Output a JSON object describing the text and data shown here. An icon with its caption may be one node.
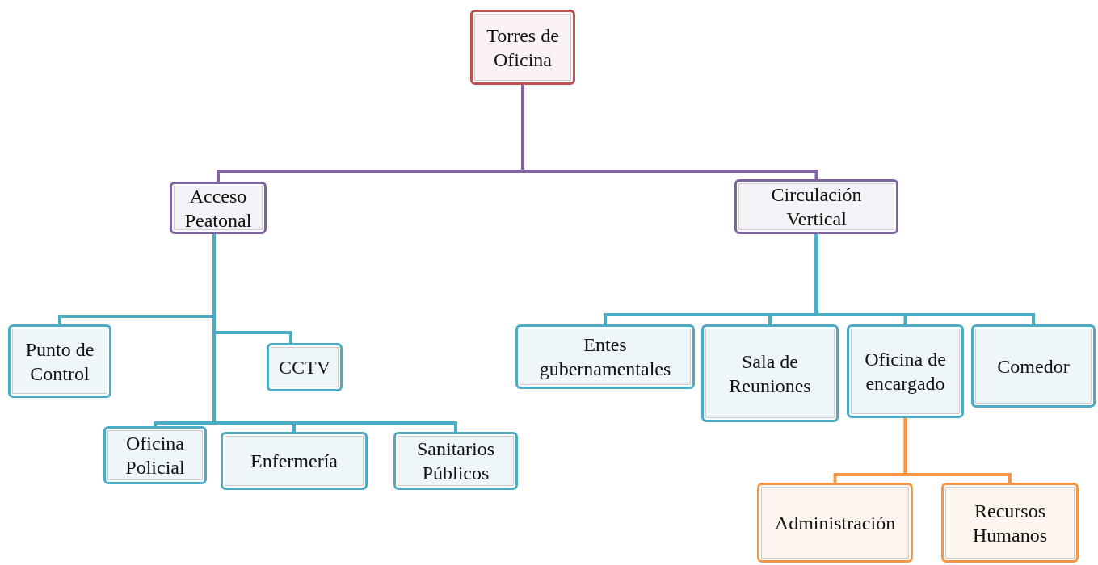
{
  "diagram": {
    "nodes": [
      {
        "text": [
          "Torres de Oficina"
        ]
      },
      {
        "text": [
          "Acceso Peatonal"
        ]
      },
      {
        "text": [
          "Circulación Vertical"
        ]
      },
      {
        "text": [
          "Punto de Control"
        ]
      },
      {
        "text": [
          "CCTV"
        ]
      },
      {
        "text": [
          "Oficina Policial"
        ]
      },
      {
        "text": [
          "Enfermería"
        ]
      },
      {
        "text": [
          "Sanitarios Públicos"
        ]
      },
      {
        "text": [
          "Entes gubernamentales"
        ]
      },
      {
        "text": [
          "Sala de Reuniones"
        ]
      },
      {
        "text": [
          "Oficina de encargado"
        ]
      },
      {
        "text": [
          "Comedor"
        ]
      },
      {
        "text": [
          "Administración"
        ]
      },
      {
        "text": [
          "Recursos Humanos"
        ]
      }
    ],
    "edges": [
      {
        "from": 0,
        "to": 1,
        "arrow": "none",
        "color": "#8064a2"
      },
      {
        "from": 0,
        "to": 2,
        "arrow": "none",
        "color": "#8064a2"
      },
      {
        "from": 1,
        "to": 3,
        "arrow": "none"
      },
      {
        "from": 1,
        "to": 4,
        "arrow": "none"
      },
      {
        "from": 1,
        "to": 5,
        "arrow": "none"
      },
      {
        "from": 1,
        "to": 6,
        "arrow": "none"
      },
      {
        "from": 1,
        "to": 7,
        "arrow": "none"
      },
      {
        "from": 2,
        "to": 8,
        "arrow": "none"
      },
      {
        "from": 2,
        "to": 9,
        "arrow": "none"
      },
      {
        "from": 2,
        "to": 10,
        "arrow": "none"
      },
      {
        "from": 2,
        "to": 11,
        "arrow": "none"
      },
      {
        "from": 10,
        "to": 12,
        "arrow": "none",
        "color": "#f79646"
      },
      {
        "from": 10,
        "to": 13,
        "arrow": "none",
        "color": "#f79646"
      }
    ]
  }
}
